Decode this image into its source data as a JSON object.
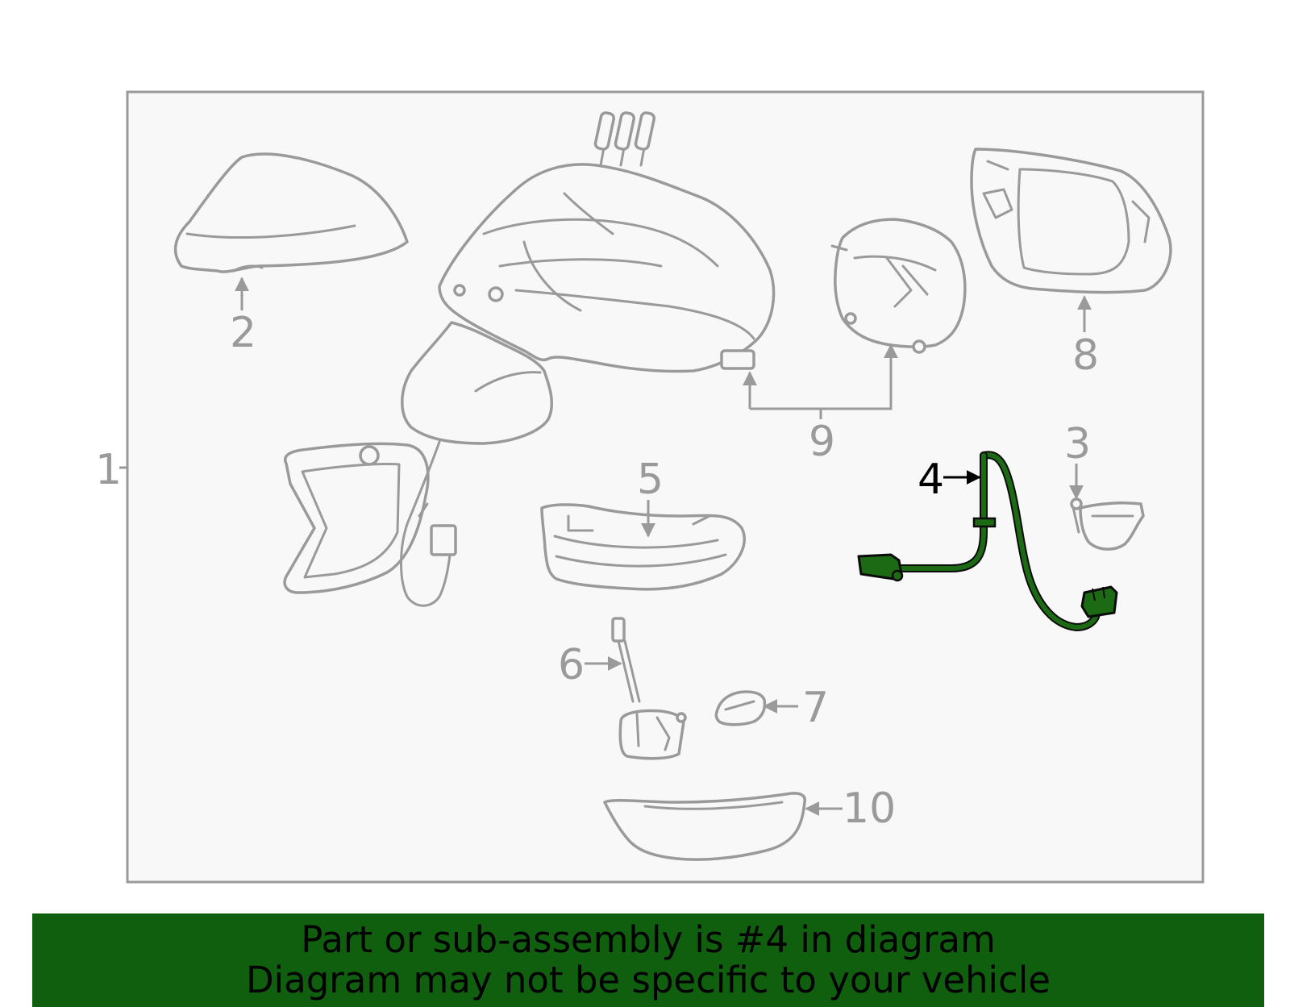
{
  "callouts": {
    "c1": "1",
    "c2": "2",
    "c3": "3",
    "c4": "4",
    "c5": "5",
    "c6": "6",
    "c7": "7",
    "c8": "8",
    "c9": "9",
    "c10": "10"
  },
  "highlighted_part": "4",
  "colors": {
    "highlight_fill": "#1c6b14",
    "banner_bg": "#0f5f0f",
    "line_gray": "#9a9a9a",
    "panel_bg": "#f8f8f8"
  },
  "banner": {
    "line1": "Part or sub-assembly is #4 in diagram",
    "line2": "Diagram may not be specific to your vehicle"
  }
}
